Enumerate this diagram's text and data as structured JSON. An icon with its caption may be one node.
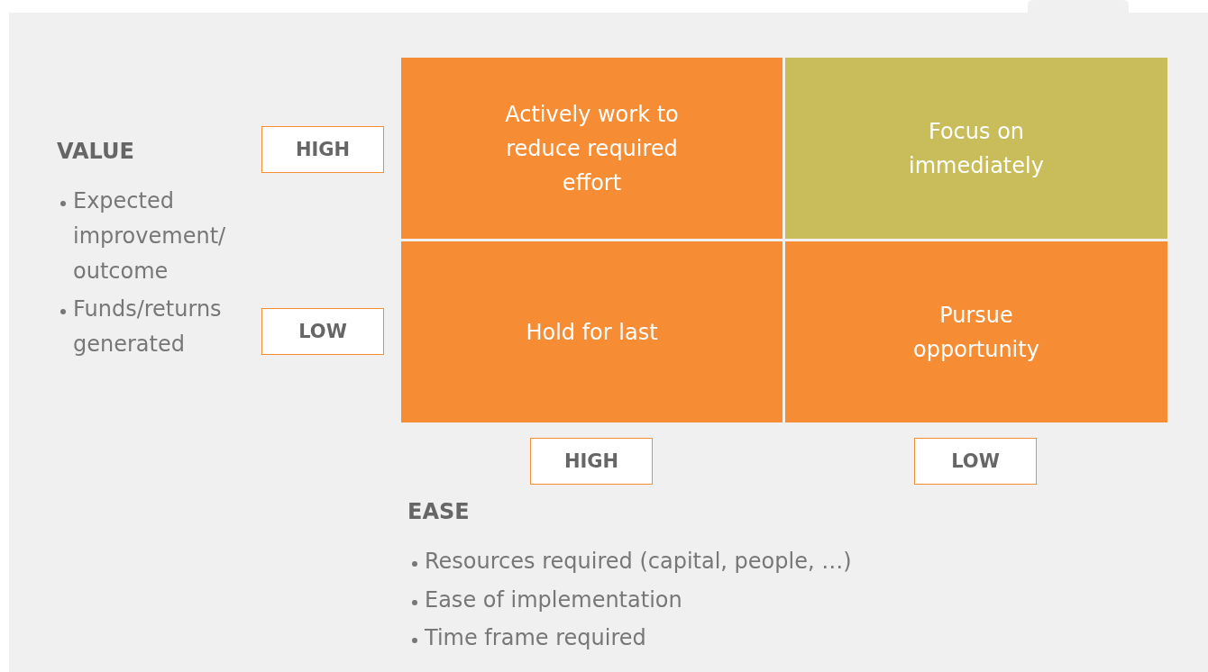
{
  "diagram": {
    "nodes": [
      {
        "text": [
          "Actively work to reduce required effort"
        ]
      },
      {
        "text": [
          "Focus on immediately"
        ]
      },
      {
        "text": [
          "Hold for last"
        ]
      },
      {
        "text": [
          "Pursue opportunity"
        ]
      },
      {
        "text": [
          "HIGH"
        ]
      },
      {
        "text": [
          "LOW"
        ]
      },
      {
        "text": [
          "HIGH"
        ]
      },
      {
        "text": [
          "LOW"
        ]
      }
    ],
    "labels": [
      "VALUE",
      "Expected improvement/ outcome",
      "Funds/returns generated",
      "EASE",
      "Resources required (capital, people, …)",
      "Ease of implementation",
      "Time frame required"
    ]
  }
}
